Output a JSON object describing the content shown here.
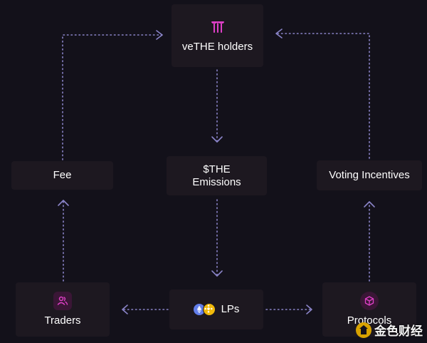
{
  "nodes": {
    "vethe": {
      "label": "veTHE holders",
      "icon": "the-logo-icon"
    },
    "fee": {
      "label": "Fee"
    },
    "emissions": {
      "line1": "$THE",
      "line2": "Emissions"
    },
    "voting": {
      "label": "Voting Incentives"
    },
    "traders": {
      "label": "Traders",
      "icon": "users-icon"
    },
    "lps": {
      "label": "LPs",
      "icons": [
        "eth-icon",
        "bnb-icon"
      ]
    },
    "protocols": {
      "label": "Protocols",
      "icon": "cube-icon"
    }
  },
  "watermark": {
    "text": "金色财经"
  },
  "colors": {
    "background": "#13111a",
    "node": "#1d1820",
    "accent": "#e040c8",
    "connector": "#8a84c8"
  }
}
